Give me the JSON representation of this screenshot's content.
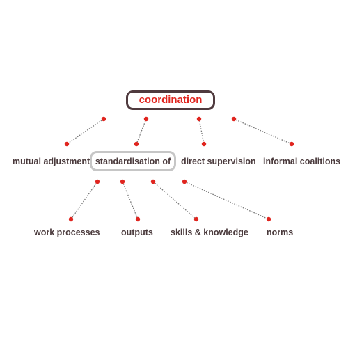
{
  "colors": {
    "dot": "#e0251f",
    "connector": "#777777",
    "root_text": "#e0251f",
    "root_border": "#4f3a3e",
    "highlight_border": "#c6c6c6",
    "label_text": "#4a3a3c"
  },
  "root": {
    "label": "coordination"
  },
  "level1": [
    {
      "label": "mutual adjustment"
    },
    {
      "label": "standardisation of"
    },
    {
      "label": "direct supervision"
    },
    {
      "label": "informal coalitions"
    }
  ],
  "level2": [
    {
      "label": "work processes"
    },
    {
      "label": "outputs"
    },
    {
      "label": "skills & knowledge"
    },
    {
      "label": "norms"
    }
  ]
}
